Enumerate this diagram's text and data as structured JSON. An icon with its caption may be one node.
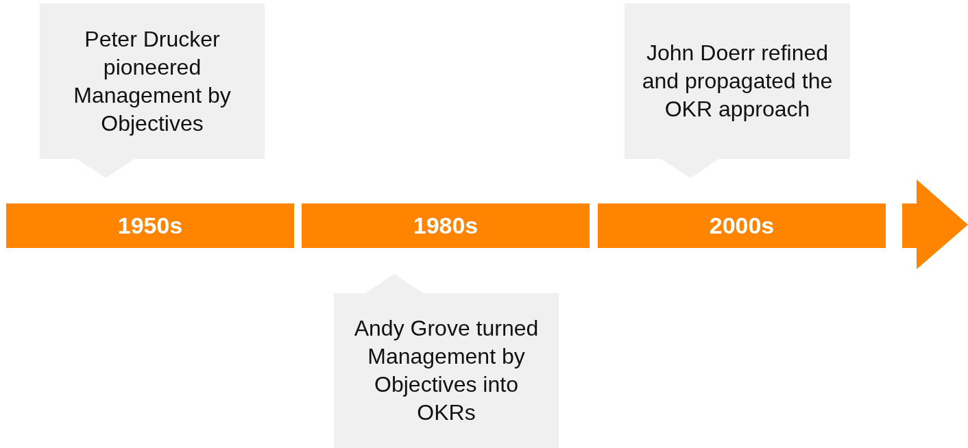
{
  "diagram": {
    "nodes": [
      {
        "text": [
          "Peter Drucker pioneered Management by Objectives"
        ]
      },
      {
        "text": [
          "John Doerr refined and propagated the OKR approach"
        ]
      },
      {
        "text": [
          "1950s"
        ]
      },
      {
        "text": [
          "1980s"
        ]
      },
      {
        "text": [
          "2000s"
        ]
      },
      {
        "text": [
          "Andy Grove turned Management by Objectives into OKRs"
        ]
      }
    ]
  }
}
